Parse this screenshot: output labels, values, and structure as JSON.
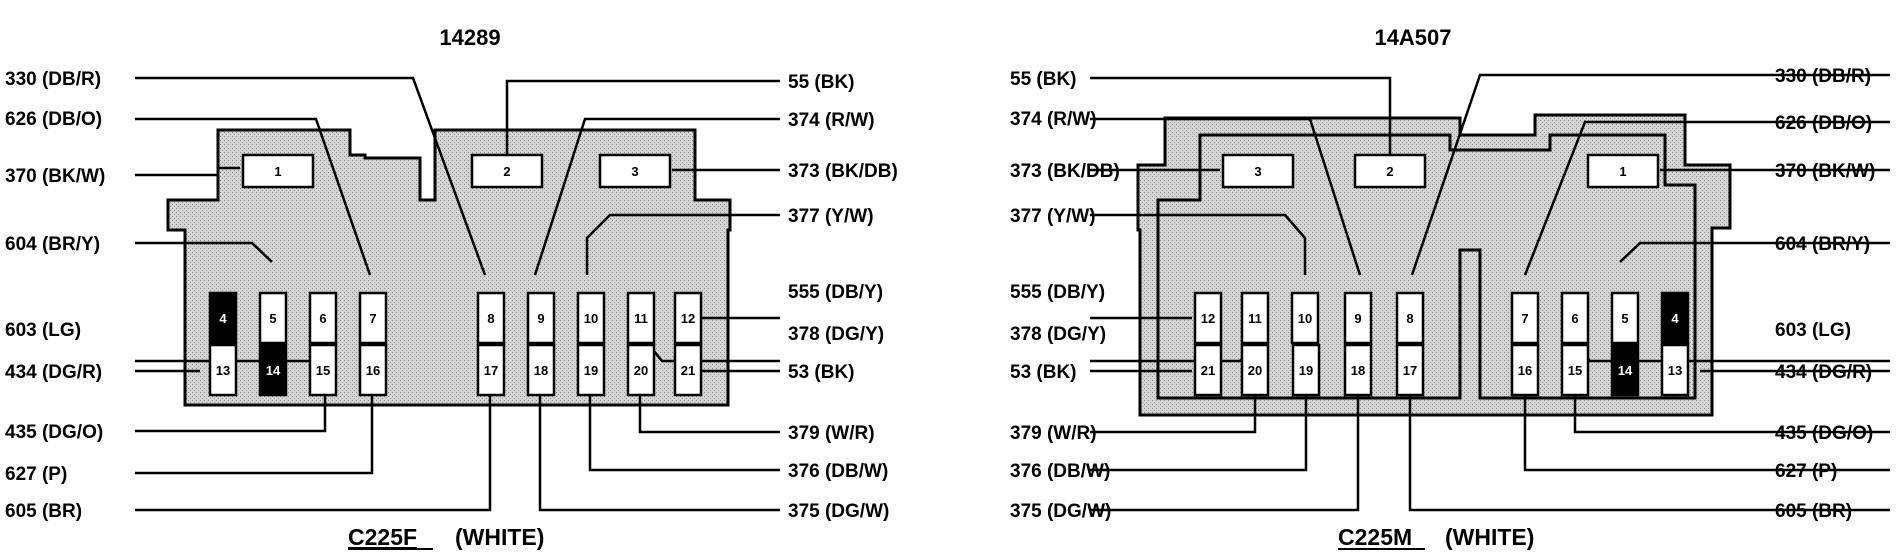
{
  "colors": {
    "background": "#ffffff",
    "ink": "#000000",
    "housing": "#d4d4d4",
    "pin_fill": "#ffffff",
    "blank_pin_fill": "#000000"
  },
  "left": {
    "part_number": "14289",
    "caption_code": "C225F",
    "caption_color": "(WHITE)",
    "wires": [
      {
        "pin": "1",
        "label": "370 (BK/W)"
      },
      {
        "pin": "2",
        "label": "55 (BK)"
      },
      {
        "pin": "3",
        "label": "373 (BK/DB)"
      },
      {
        "pin": "5",
        "label": "604 (BR/Y)"
      },
      {
        "pin": "6",
        "label": "603 (LG)"
      },
      {
        "pin": "7",
        "label": "626 (DB/O)"
      },
      {
        "pin": "8",
        "label": "330 (DB/R)"
      },
      {
        "pin": "9",
        "label": "374 (R/W)"
      },
      {
        "pin": "10",
        "label": "377 (Y/W)"
      },
      {
        "pin": "11",
        "label": "378 (DG/Y)"
      },
      {
        "pin": "12",
        "label": "555 (DB/Y)"
      },
      {
        "pin": "13",
        "label": "434 (DG/R)"
      },
      {
        "pin": "15",
        "label": "435 (DG/O)"
      },
      {
        "pin": "16",
        "label": "627 (P)"
      },
      {
        "pin": "17",
        "label": "605 (BR)"
      },
      {
        "pin": "18",
        "label": "375 (DG/W)"
      },
      {
        "pin": "19",
        "label": "376 (DB/W)"
      },
      {
        "pin": "20",
        "label": "379 (W/R)"
      },
      {
        "pin": "21",
        "label": "53 (BK)"
      }
    ],
    "blank_pins": [
      "4",
      "14"
    ]
  },
  "right": {
    "part_number": "14A507",
    "caption_code": "C225M",
    "caption_color": "(WHITE)",
    "wires": [
      {
        "pin": "1",
        "label": "370 (BK/W)"
      },
      {
        "pin": "2",
        "label": "55 (BK)"
      },
      {
        "pin": "3",
        "label": "373 (BK/DB)"
      },
      {
        "pin": "5",
        "label": "604 (BR/Y)"
      },
      {
        "pin": "6",
        "label": "603 (LG)"
      },
      {
        "pin": "7",
        "label": "626 (DB/O)"
      },
      {
        "pin": "8",
        "label": "330 (DB/R)"
      },
      {
        "pin": "9",
        "label": "374 (R/W)"
      },
      {
        "pin": "10",
        "label": "377 (Y/W)"
      },
      {
        "pin": "11",
        "label": "378 (DG/Y)"
      },
      {
        "pin": "12",
        "label": "555 (DB/Y)"
      },
      {
        "pin": "13",
        "label": "434 (DG/R)"
      },
      {
        "pin": "15",
        "label": "435 (DG/O)"
      },
      {
        "pin": "16",
        "label": "627 (P)"
      },
      {
        "pin": "17",
        "label": "605 (BR)"
      },
      {
        "pin": "18",
        "label": "375 (DG/W)"
      },
      {
        "pin": "19",
        "label": "376 (DB/W)"
      },
      {
        "pin": "20",
        "label": "379 (W/R)"
      },
      {
        "pin": "21",
        "label": "53 (BK)"
      }
    ],
    "blank_pins": [
      "4",
      "14"
    ]
  }
}
